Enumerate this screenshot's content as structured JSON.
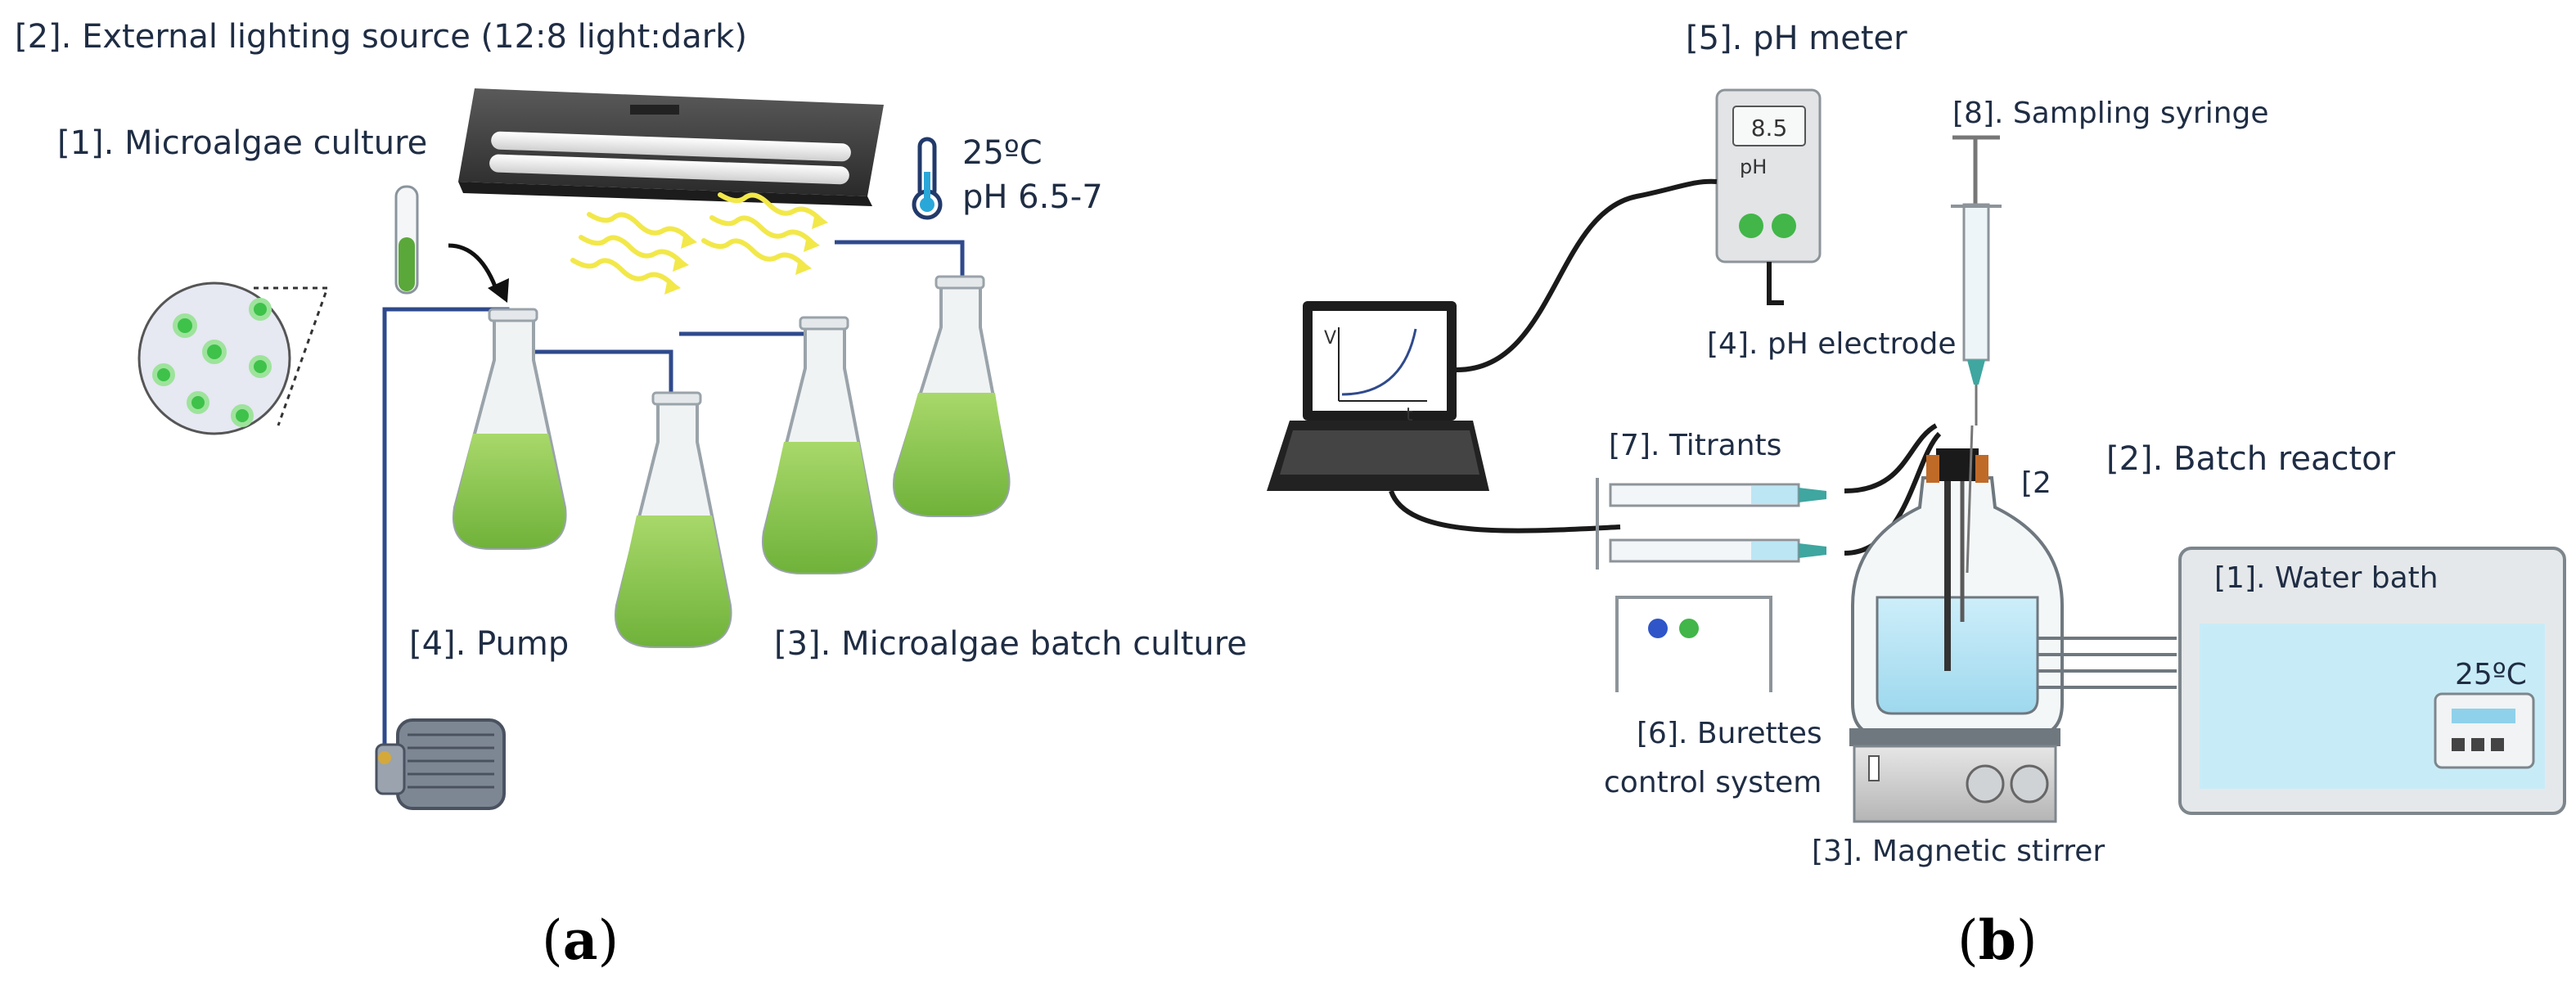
{
  "panel_a": {
    "label_open": "(",
    "label_letter": "a",
    "label_close": ")",
    "lighting_label": "[2]. External lighting source (12:8 light:dark)",
    "culture_label": "[1]. Microalgae culture",
    "temp_label": "25ºC",
    "ph_label": "pH 6.5-7",
    "pump_label": "[4]. Pump",
    "batch_label": "[3]. Microalgae batch culture"
  },
  "panel_b": {
    "label_open": "(",
    "label_letter": "b",
    "label_close": ")",
    "ph_meter_label": "[5]. pH meter",
    "ph_display": "8.5",
    "ph_text": "pH",
    "syringe_label": "[8]. Sampling syringe",
    "electrode_label": "[4]. pH electrode",
    "titrants_label": "[7]. Titrants",
    "reactor_label": "[2]. Batch reactor",
    "reactor_bracket": "[2",
    "water_bath_label": "[1]. Water bath",
    "bath_temp": "25ºC",
    "burettes_label_line1": "[6]. Burettes",
    "burettes_label_line2": "control system",
    "stirrer_label": "[3]. Magnetic stirrer",
    "plot_v": "V",
    "plot_t": "t"
  },
  "colors": {
    "tube": "#2f4a8c",
    "liquid_green": "#8cc63f",
    "flask_glass": "#eef2f4",
    "water_blue": "#bfe6f3",
    "text": "#1f2d44"
  }
}
